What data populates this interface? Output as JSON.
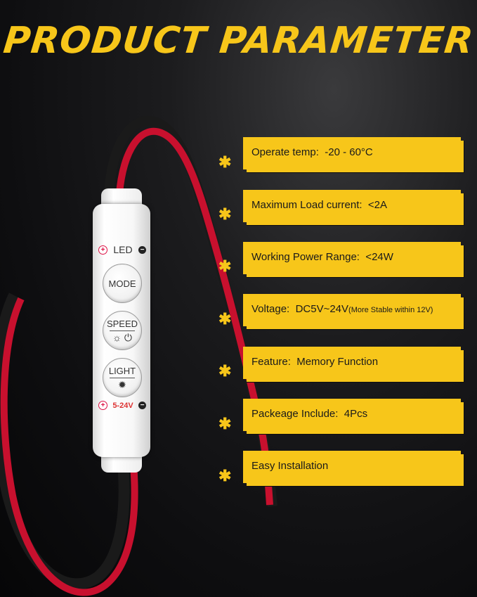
{
  "header": {
    "title": "PRODUCT PARAMETER"
  },
  "controller": {
    "led_label": "LED",
    "plus_symbol": "+",
    "minus_symbol": "−",
    "buttons": [
      {
        "label": "MODE"
      },
      {
        "label": "SPEED",
        "icons": "☼ ⏻"
      },
      {
        "label": "LIGHT",
        "icons": "✹"
      }
    ],
    "voltage_label": "5-24V"
  },
  "parameters": [
    {
      "label": "Operate temp:",
      "value": "-20 - 60°C",
      "note": ""
    },
    {
      "label": "Maximum Load current:",
      "value": "<2A",
      "note": ""
    },
    {
      "label": "Working Power Range:",
      "value": "<24W",
      "note": ""
    },
    {
      "label": "Voltage:",
      "value": "DC5V~24V",
      "note": "(More Stable within 12V)"
    },
    {
      "label": "Feature:",
      "value": "Memory Function",
      "note": ""
    },
    {
      "label": "Packeage Include:",
      "value": "4Pcs",
      "note": ""
    },
    {
      "label": "Easy Installation",
      "value": "",
      "note": ""
    }
  ],
  "colors": {
    "accent": "#f7c61a",
    "background": "#0e0e10",
    "wire_red": "#c8102e",
    "wire_black": "#1a1a1a"
  },
  "icons": {
    "bullet": "star-icon"
  }
}
